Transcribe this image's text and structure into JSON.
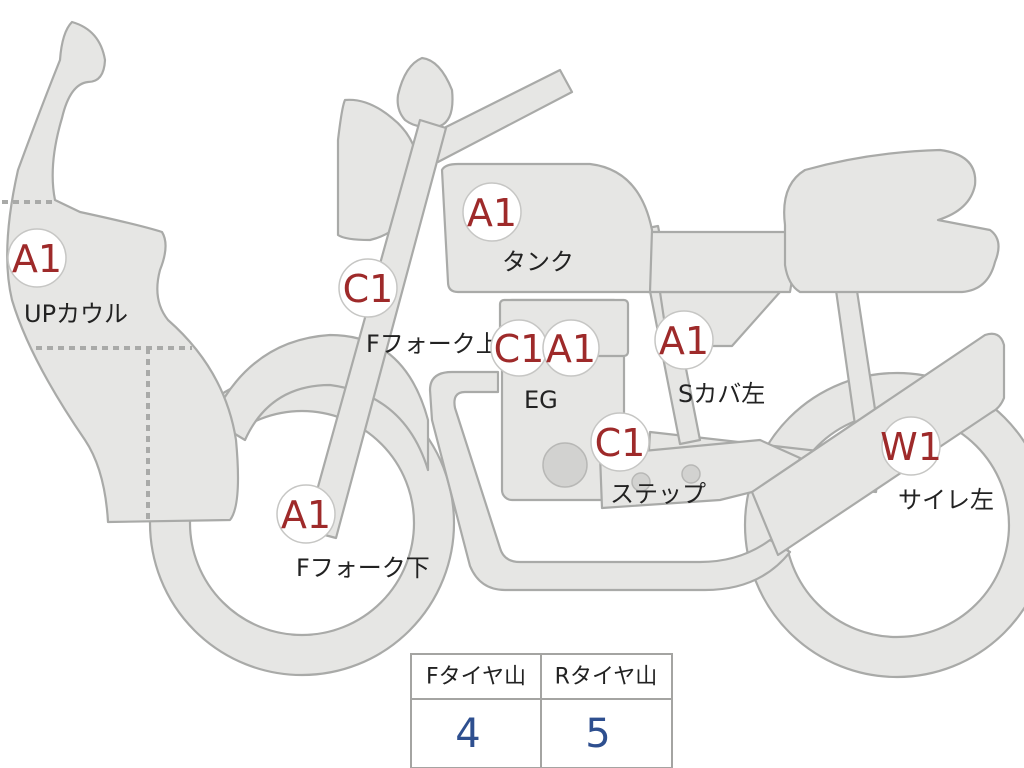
{
  "parts": [
    {
      "id": "upcowl",
      "grade": "A1",
      "label": "UPカウル"
    },
    {
      "id": "tank",
      "grade": "A1",
      "label": "タンク"
    },
    {
      "id": "ffork-upper",
      "grade": "C1",
      "label": "Fフォーク上"
    },
    {
      "id": "eg",
      "grade_left": "C1",
      "grade_right": "A1",
      "label": "EG"
    },
    {
      "id": "scover-left",
      "grade": "A1",
      "label": "Sカバ左"
    },
    {
      "id": "step",
      "grade": "C1",
      "label": "ステップ"
    },
    {
      "id": "ffork-lower",
      "grade": "A1",
      "label": "Fフォーク下"
    },
    {
      "id": "muffler-left",
      "grade": "W1",
      "label": "サイレ左"
    }
  ],
  "tire_table": {
    "headers": [
      "Fタイヤ山",
      "Rタイヤ山"
    ],
    "values": [
      "4",
      "5"
    ]
  },
  "colors": {
    "grade": "#9e2a2a",
    "tire_value": "#2e4f8f",
    "part_fill": "#e6e6e4",
    "part_stroke": "#a9aaa8"
  }
}
